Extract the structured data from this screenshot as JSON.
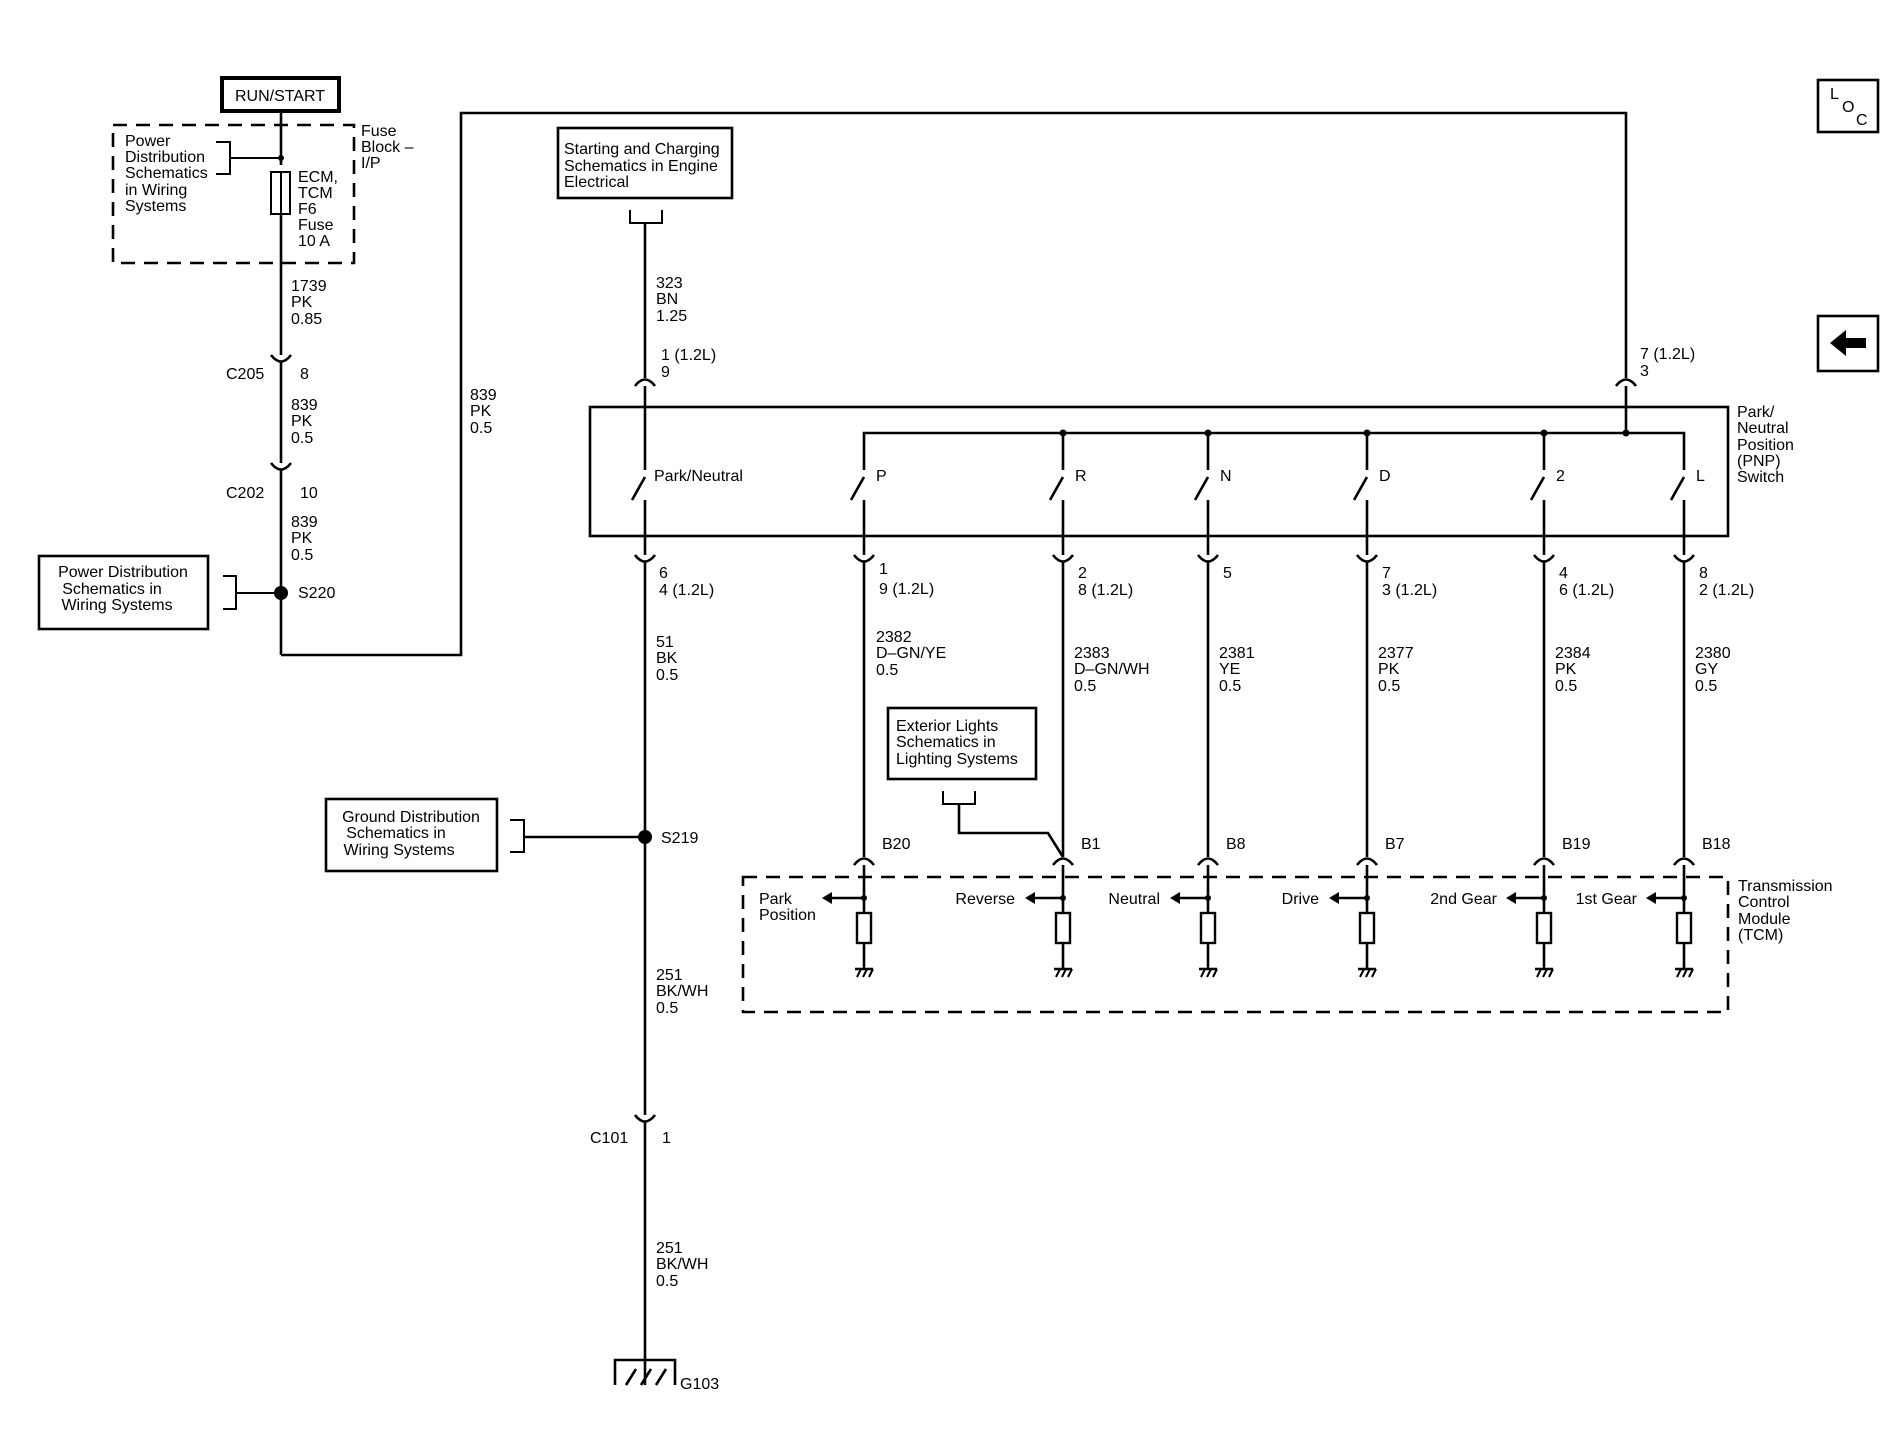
{
  "run_start": "RUN/START",
  "fuse_block": {
    "title": [
      "Fuse",
      "Block –",
      "I/P"
    ],
    "power_ref": [
      "Power",
      "Distribution",
      "Schematics",
      "in Wiring",
      "Systems"
    ],
    "fuse": [
      "ECM,",
      "TCM",
      "F6",
      "Fuse",
      "10 A"
    ]
  },
  "wires": {
    "w1739": [
      "1739",
      "PK",
      "0.85"
    ],
    "w839a": [
      "839",
      "PK",
      "0.5"
    ],
    "w839b": [
      "839",
      "PK",
      "0.5"
    ],
    "w839c": [
      "839",
      "PK",
      "0.5"
    ],
    "w323": [
      "323",
      "BN",
      "1.25"
    ],
    "w51": [
      "51",
      "BK",
      "0.5"
    ],
    "w251a": [
      "251",
      "BK/WH",
      "0.5"
    ],
    "w251b": [
      "251",
      "BK/WH",
      "0.5"
    ],
    "w2382": [
      "2382",
      "D–GN/YE",
      "0.5"
    ],
    "w2383": [
      "2383",
      "D–GN/WH",
      "0.5"
    ],
    "w2381": [
      "2381",
      "YE",
      "0.5"
    ],
    "w2377": [
      "2377",
      "PK",
      "0.5"
    ],
    "w2384": [
      "2384",
      "PK",
      "0.5"
    ],
    "w2380": [
      "2380",
      "GY",
      "0.5"
    ]
  },
  "connectors": {
    "c205": "C205",
    "c205_pin": "8",
    "c202": "C202",
    "c202_pin": "10",
    "c101": "C101",
    "c101_pin": "1",
    "s220": "S220",
    "s219": "S219",
    "g103": "G103"
  },
  "refs": {
    "power_dist_s220": [
      "Power Distribution",
      "Schematics in",
      "Wiring Systems"
    ],
    "starting": [
      "Starting and Charging",
      "Schematics in Engine",
      "Electrical"
    ],
    "ground": [
      "Ground Distribution",
      "Schematics in",
      "Wiring Systems"
    ],
    "exterior": [
      "Exterior Lights",
      "Schematics in",
      "Lighting Systems"
    ]
  },
  "pnp": {
    "title": [
      "Park/",
      "Neutral",
      "Position",
      "(PNP)",
      "Switch"
    ],
    "top_pin_left": [
      "1 (1.2L)",
      "9"
    ],
    "top_pin_right": [
      "7 (1.2L)",
      "3"
    ],
    "switch_labels": [
      "Park/Neutral",
      "P",
      "R",
      "N",
      "D",
      "2",
      "L"
    ],
    "bottom_pins": [
      [
        "6",
        "4 (1.2L)"
      ],
      [
        "1",
        "9 (1.2L)"
      ],
      [
        "2",
        "8 (1.2L)"
      ],
      [
        "5",
        ""
      ],
      [
        "7",
        "3 (1.2L)"
      ],
      [
        "4",
        "6 (1.2L)"
      ],
      [
        "8",
        "2 (1.2L)"
      ]
    ]
  },
  "tcm": {
    "title": [
      "Transmission",
      "Control",
      "Module",
      "(TCM)"
    ],
    "pins": [
      "B20",
      "B1",
      "B8",
      "B7",
      "B19",
      "B18"
    ],
    "signals": [
      [
        "Park",
        "Position"
      ],
      [
        "Reverse"
      ],
      [
        "Neutral"
      ],
      [
        "Drive"
      ],
      [
        "2nd Gear"
      ],
      [
        "1st Gear"
      ]
    ]
  },
  "nav": {
    "loc": [
      "L",
      "O",
      "C"
    ],
    "back_icon": "left-arrow-icon"
  }
}
